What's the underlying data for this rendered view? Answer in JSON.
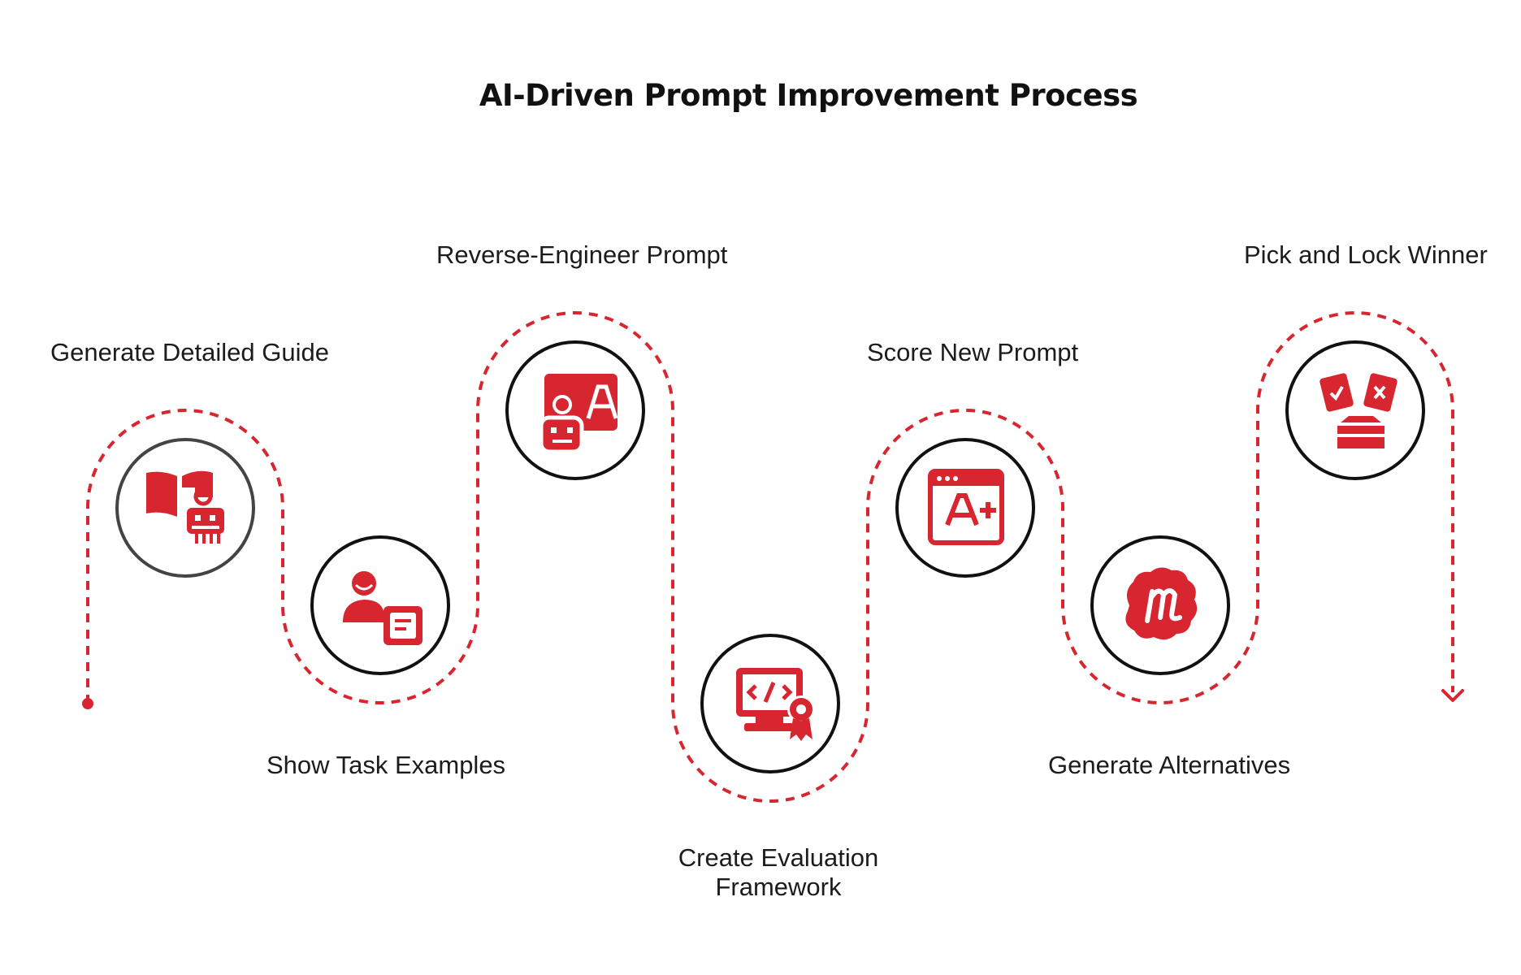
{
  "title": "AI-Driven Prompt Improvement Process",
  "colors": {
    "accent": "#d7262f",
    "ring": "#111111",
    "first_ring": "#444444",
    "text": "#1c1c1c"
  },
  "steps": [
    {
      "label": "Generate Detailed Guide",
      "icon": "book-robot-icon"
    },
    {
      "label": "Show Task Examples",
      "icon": "person-document-icon"
    },
    {
      "label": "Reverse-Engineer Prompt",
      "icon": "robot-letter-a-icon"
    },
    {
      "label": "Create Evaluation Framework",
      "icon": "code-monitor-certificate-icon"
    },
    {
      "label": "Score New Prompt",
      "icon": "browser-a-plus-grade-icon"
    },
    {
      "label": "Generate Alternatives",
      "icon": "meetup-badge-icon"
    },
    {
      "label": "Pick and Lock Winner",
      "icon": "ballot-box-icon"
    }
  ]
}
